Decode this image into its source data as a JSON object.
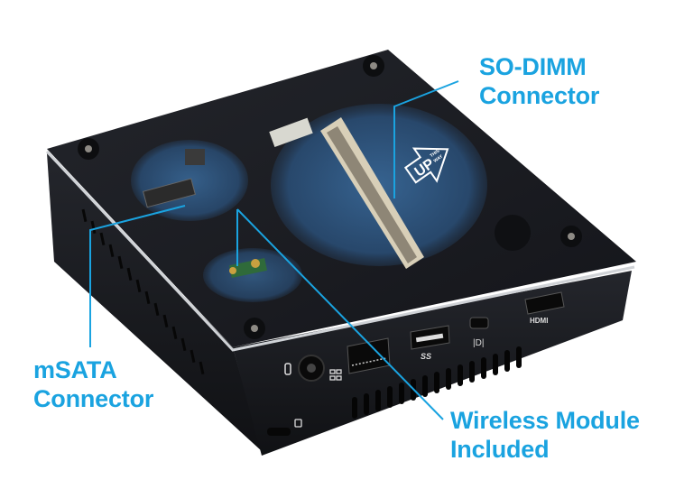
{
  "callouts": {
    "sodimm": {
      "line1": "SO-DIMM",
      "line2": "Connector"
    },
    "msata": {
      "line1": "mSATA",
      "line2": "Connector"
    },
    "wireless": {
      "line1": "Wireless Module",
      "line2": "Included"
    }
  },
  "device": {
    "this_way_up_small": "THIS WAY",
    "this_way_up_big": "UP",
    "ports": [
      {
        "name": "power-dc-in",
        "icon": "power-plug-icon"
      },
      {
        "name": "ethernet-rj45",
        "icon": "network-icon"
      },
      {
        "name": "usb-3",
        "icon": "usb-ss-icon",
        "label": "SS"
      },
      {
        "name": "mini-displayport",
        "icon": "displayport-icon",
        "label": "|D|"
      },
      {
        "name": "hdmi",
        "icon": "hdmi-icon",
        "label": "HDMI"
      },
      {
        "name": "kensington-lock",
        "icon": "lock-icon"
      }
    ]
  },
  "colors": {
    "accent": "#1aa3e0",
    "chassis": "#1b1d22",
    "chassis_side": "#15161a",
    "board": "#2a5a8a",
    "background": "#ffffff"
  }
}
